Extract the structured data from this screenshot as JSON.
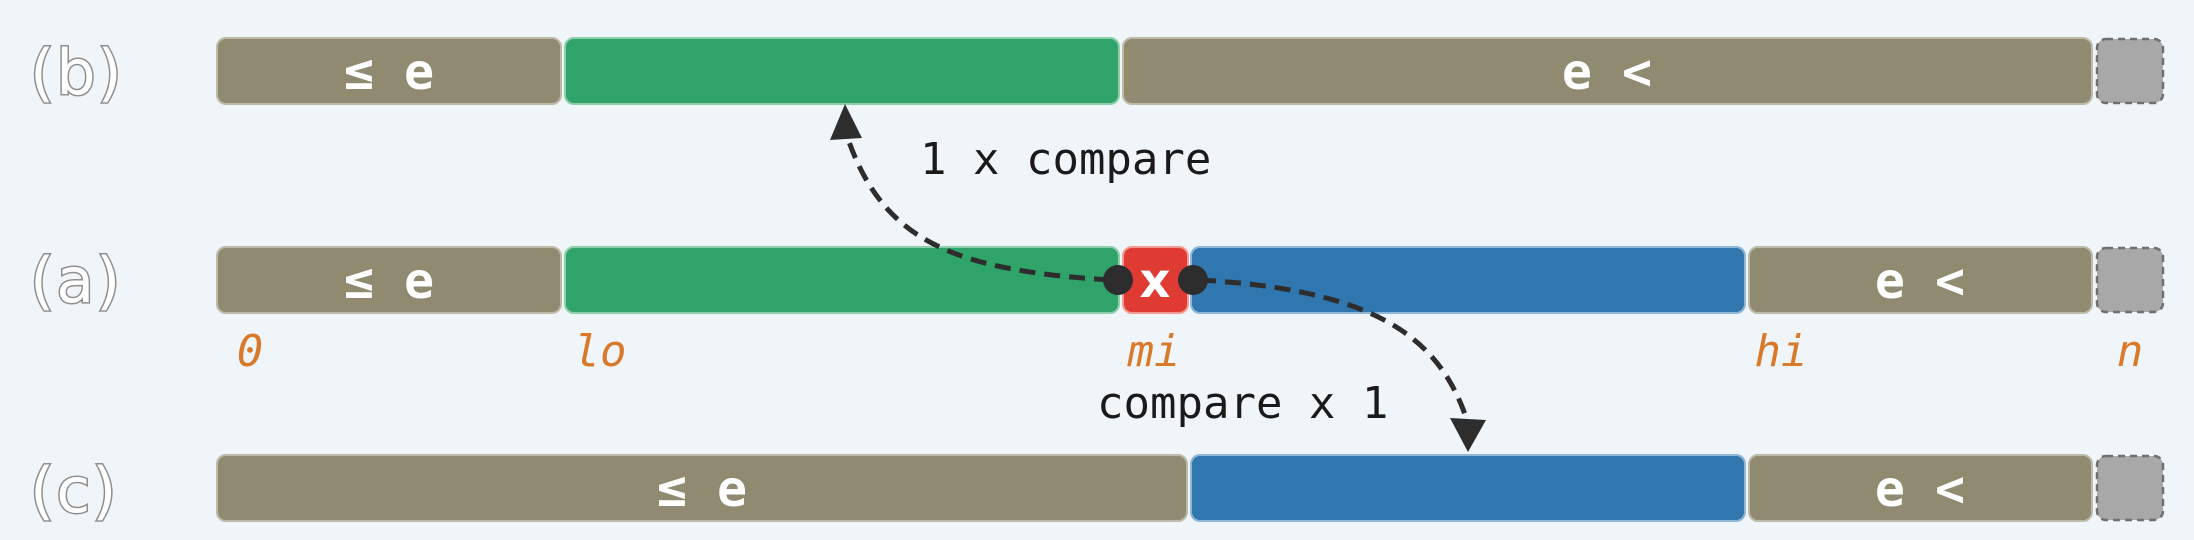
{
  "rows": {
    "b": {
      "label": "(b)",
      "seg_left": "≤ e",
      "seg_right": "e <"
    },
    "a": {
      "label": "(a)",
      "seg_left": "≤ e",
      "seg_pivot": "x",
      "seg_right": "e <"
    },
    "c": {
      "label": "(c)",
      "seg_left": "≤ e",
      "seg_right": "e <"
    }
  },
  "indices": {
    "zero": "0",
    "lo": "lo",
    "mi": "mi",
    "hi": "hi",
    "n": "n"
  },
  "annotations": {
    "up": "1 x compare",
    "down": "compare x 1"
  },
  "colors": {
    "le_region": "#8f8a70",
    "lo_mi_region": "#2fa36a",
    "mi_hi_region": "#3077af",
    "pivot": "#e03b32",
    "end_slot": "#a8a8a8",
    "index_label": "#d97a2b",
    "arrow": "#2d2d2d"
  }
}
